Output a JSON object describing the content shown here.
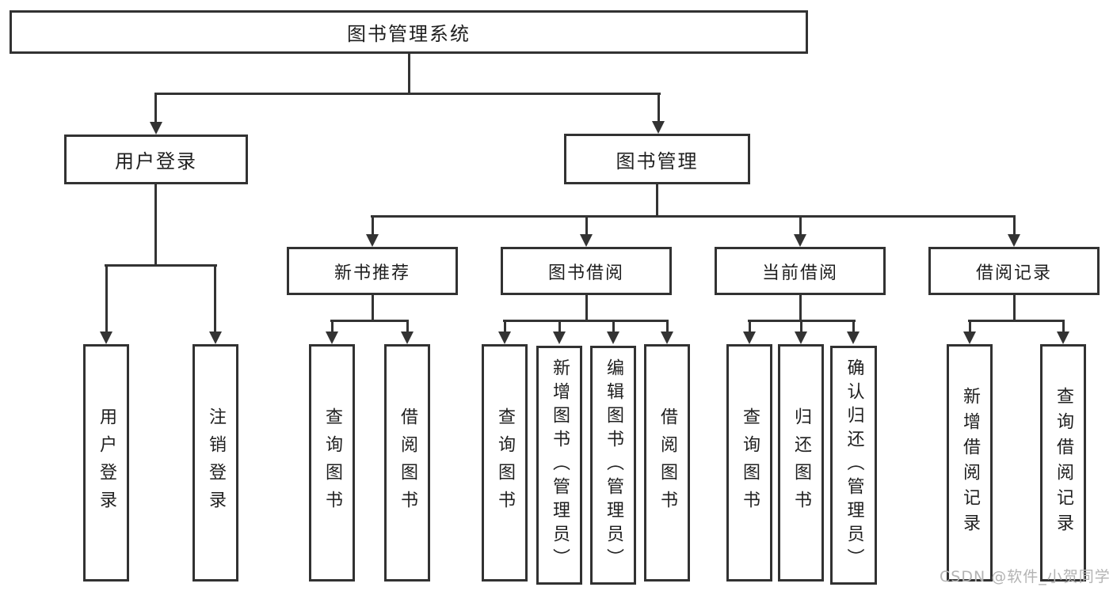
{
  "diagram_title": "图书管理系统",
  "colors": {
    "background": "#ffffff",
    "line": "#333333",
    "box_border": "#323232",
    "text": "#1f1f1f",
    "watermark": "#b3b3b3"
  },
  "tree": {
    "root": {
      "label": "图书管理系统"
    },
    "children": [
      {
        "label": "用户登录",
        "children": [
          {
            "label": "用户登录"
          },
          {
            "label": "注销登录"
          }
        ]
      },
      {
        "label": "图书管理",
        "children": [
          {
            "label": "新书推荐",
            "children": [
              {
                "label": "查询图书"
              },
              {
                "label": "借阅图书"
              }
            ]
          },
          {
            "label": "图书借阅",
            "children": [
              {
                "label": "查询图书"
              },
              {
                "label": "新增图书（管理员）"
              },
              {
                "label": "编辑图书（管理员）"
              },
              {
                "label": "借阅图书"
              }
            ]
          },
          {
            "label": "当前借阅",
            "children": [
              {
                "label": "查询图书"
              },
              {
                "label": "归还图书"
              },
              {
                "label": "确认归还（管理员）"
              }
            ]
          },
          {
            "label": "借阅记录",
            "children": [
              {
                "label": "新增借阅记录"
              },
              {
                "label": "查询借阅记录"
              }
            ]
          }
        ]
      }
    ]
  },
  "watermark": {
    "text": "CSDN @软件_小贺同学"
  }
}
